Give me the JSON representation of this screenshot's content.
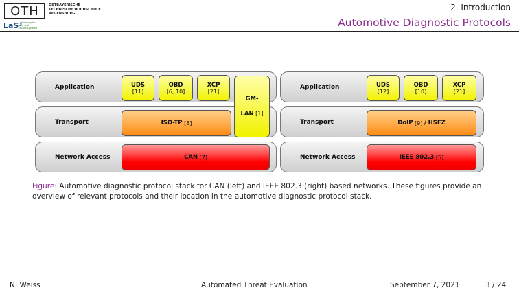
{
  "header": {
    "logo_oth": "OTH",
    "oth_lines": [
      "OSTBAYERISCHE",
      "TECHNISCHE HOCHSCHULE",
      "REGENSBURG"
    ],
    "logo_las": "LaS³",
    "las_lines": [
      "Laboratory for",
      "safe and",
      "secure systems"
    ],
    "section": "2. Introduction",
    "title": "Automotive Diagnostic Protocols"
  },
  "left_stack": {
    "application_label": "Application",
    "transport_label": "Transport",
    "network_label": "Network Access",
    "uds": {
      "name": "UDS",
      "ref": "[11]"
    },
    "obd": {
      "name": "OBD",
      "ref": "[6, 10]"
    },
    "xcp": {
      "name": "XCP",
      "ref": "[21]"
    },
    "gmlan": {
      "name_line1": "GM-",
      "name_line2": "LAN",
      "ref": "[1]"
    },
    "isotp": {
      "name": "ISO-TP",
      "ref": "[8]"
    },
    "can": {
      "name": "CAN",
      "ref": "[7]"
    }
  },
  "right_stack": {
    "application_label": "Application",
    "transport_label": "Transport",
    "network_label": "Network Access",
    "uds": {
      "name": "UDS",
      "ref": "[12]"
    },
    "obd": {
      "name": "OBD",
      "ref": "[10]"
    },
    "xcp": {
      "name": "XCP",
      "ref": "[21]"
    },
    "doip": {
      "name1": "DoIP",
      "ref": "[9]",
      "sep": "/",
      "name2": "HSFZ"
    },
    "ieee": {
      "name": "IEEE 802.3",
      "ref": "[5]"
    }
  },
  "caption": {
    "label": "Figure:",
    "text": "Automotive diagnostic protocol stack for CAN (left) and IEEE 802.3 (right) based networks. These figures provide an overview of relevant protocols and their location in the automotive diagnostic protocol stack."
  },
  "footer": {
    "author": "N. Weiss",
    "talk_title": "Automated Threat Evaluation",
    "date": "September 7, 2021",
    "page": "3 / 24"
  },
  "colors": {
    "accent": "#8a2d8f",
    "application": "#f2f200",
    "transport": "#ff8c14",
    "network": "#ff0000"
  }
}
